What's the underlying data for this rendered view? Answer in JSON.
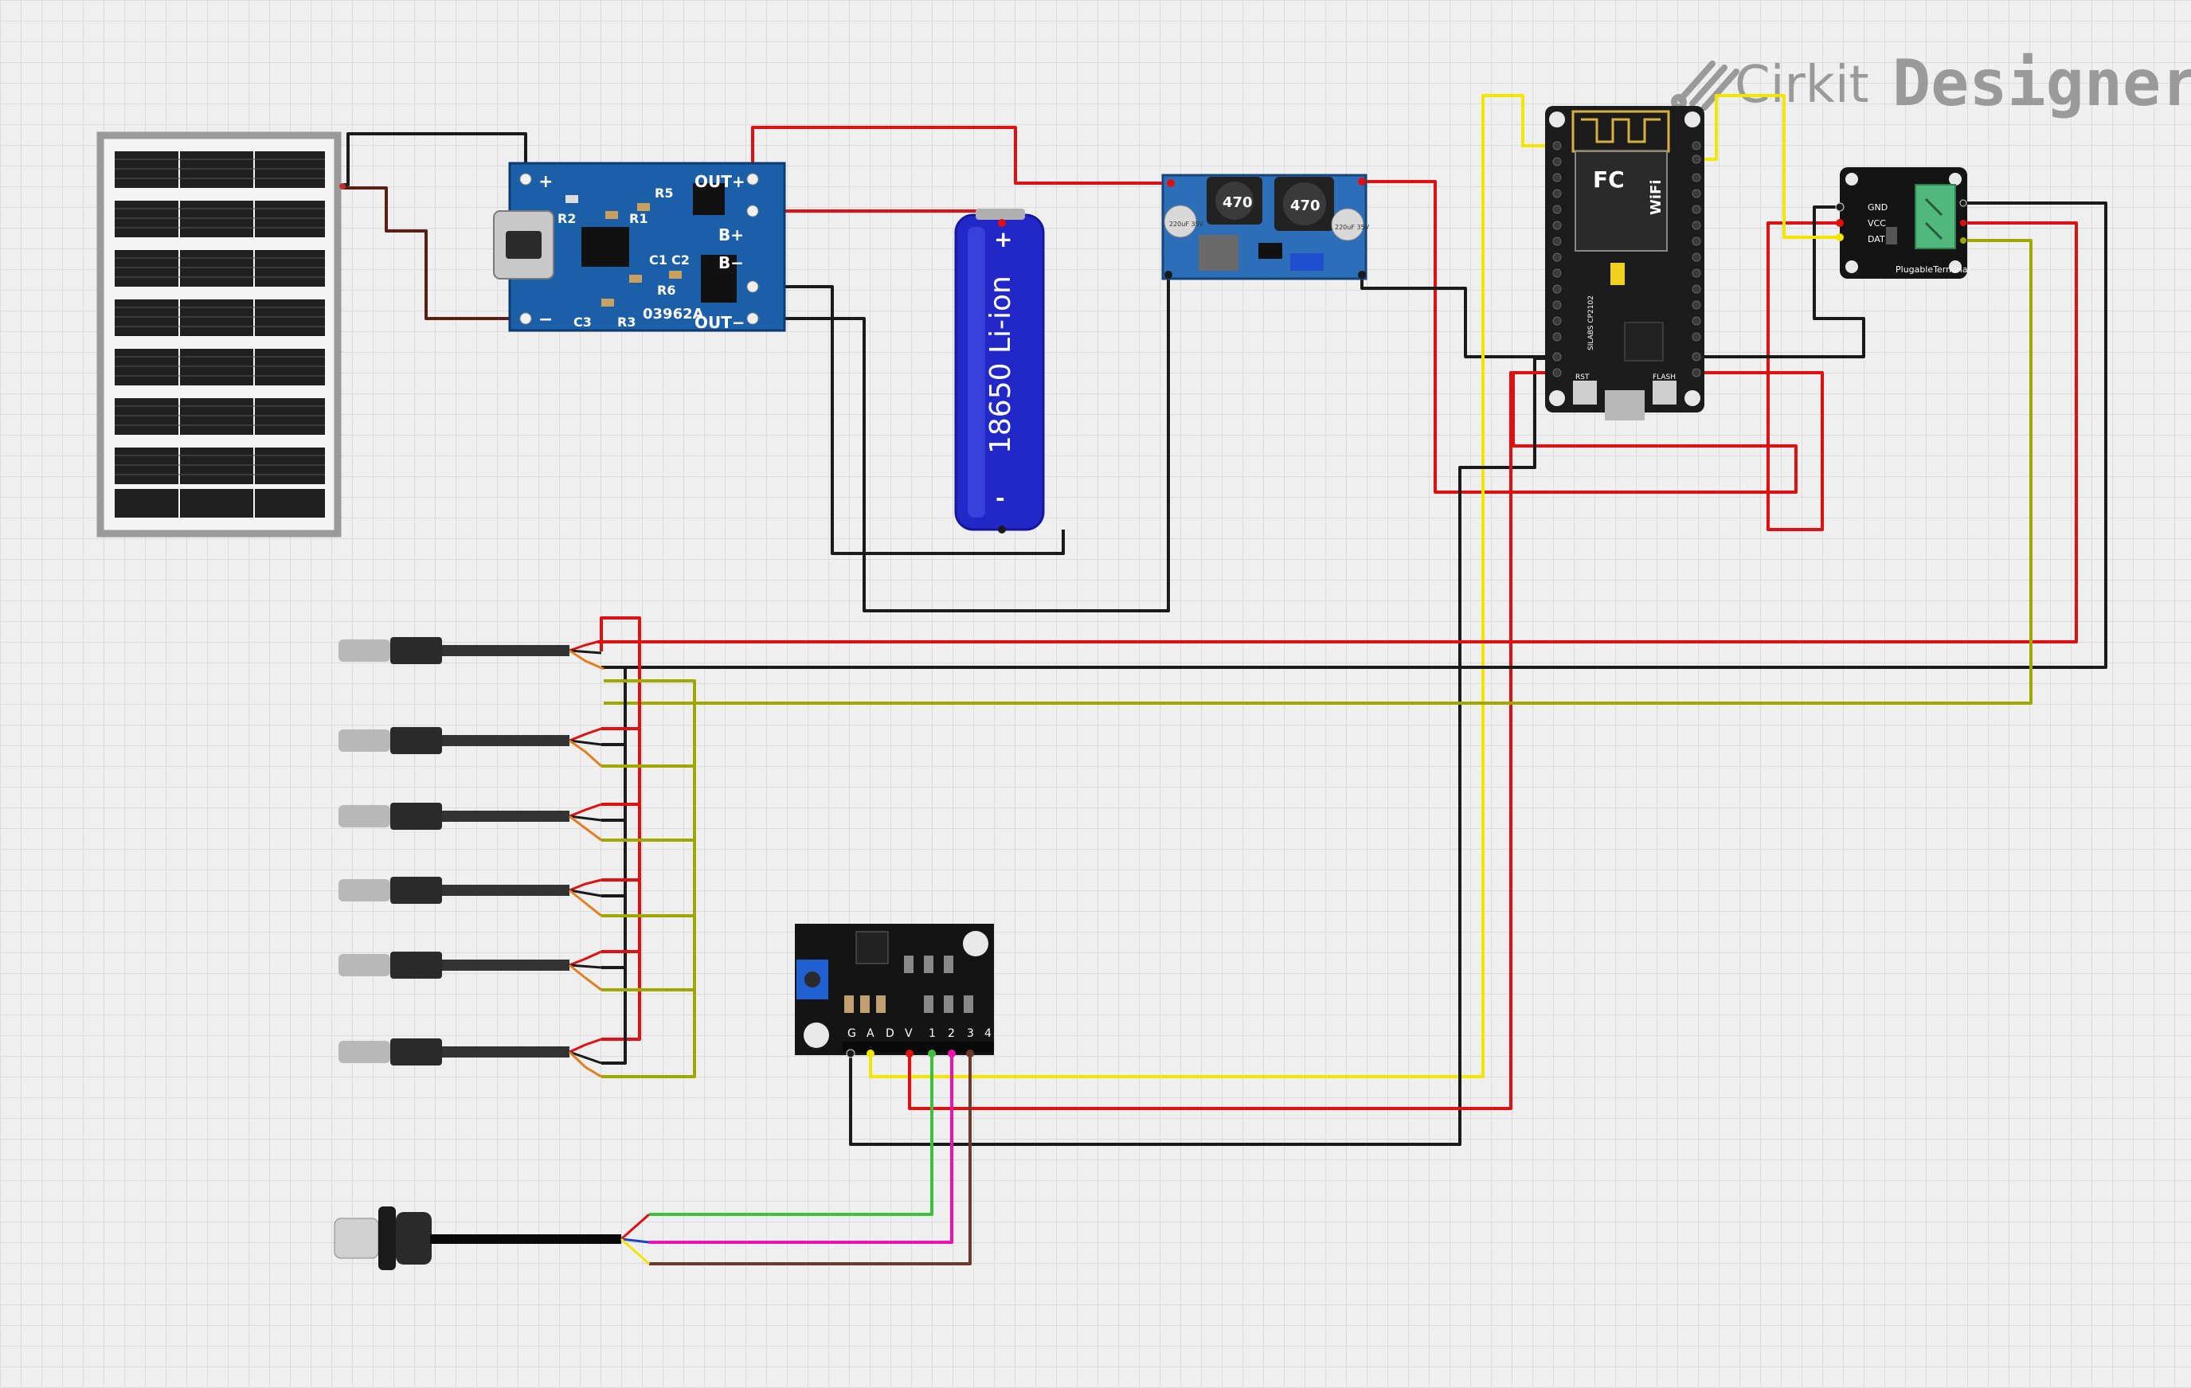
{
  "brand": {
    "name_part1": "Cirkit",
    "name_part2": "Designer",
    "logo_icon": "cirkit-logo-icon"
  },
  "components": {
    "solar_panel": {
      "icon": "solar-panel"
    },
    "charger": {
      "pin_out_plus": "OUT+",
      "pin_b_plus": "B+",
      "pin_b_minus": "B−",
      "pin_out_minus": "OUT−",
      "pin_in_plus": "+",
      "pin_in_minus": "−",
      "r2": "R2",
      "r1": "R1",
      "r5": "R5",
      "c1": "C1",
      "c2": "C2",
      "r6": "R6",
      "c3": "C3",
      "r3": "R3",
      "code": "03962A"
    },
    "battery": {
      "label": "18650 Li-ion",
      "plus": "+",
      "minus": "-"
    },
    "boost": {
      "ind1": "470",
      "ind2": "470",
      "cap1": "220uF 35V",
      "cap2": "220uF 35V"
    },
    "esp": {
      "logo": "FC",
      "wifi": "WiFi",
      "chip": "SILABS CP2102",
      "rst": "RST",
      "flash": "FLASH"
    },
    "terminal": {
      "gnd": "GND",
      "vcc": "VCC",
      "dat": "DAT",
      "name": "PlugableTerminal"
    },
    "adc": {
      "pins": [
        "G",
        "A",
        "D",
        "V",
        "1",
        "2",
        "3",
        "4"
      ]
    }
  },
  "wire_colors": {
    "black": "#1a1a1a",
    "red": "#e01010",
    "yellow": "#f2e600",
    "olive": "#9ea800",
    "brown": "#5a1f12",
    "green": "#3fbf3f",
    "magenta": "#ee10b0",
    "dark_brown": "#6b3a2a"
  }
}
